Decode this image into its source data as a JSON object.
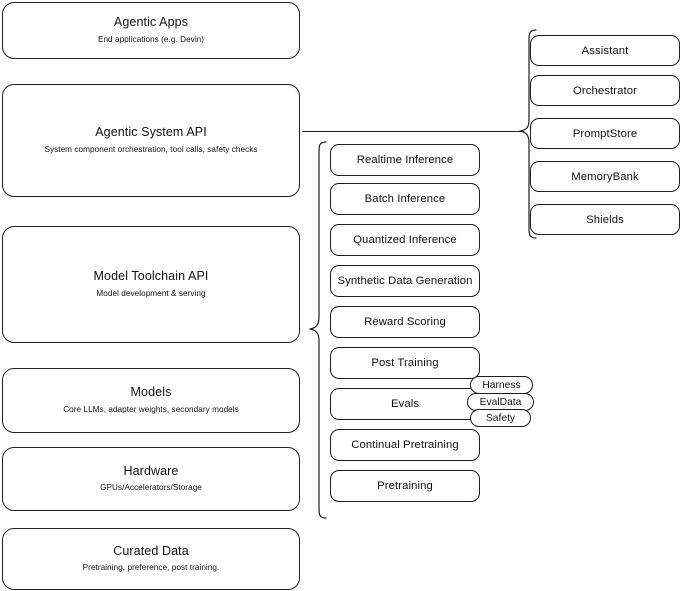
{
  "diagram": {
    "title": "Agentic AI stack layers",
    "stroke_color": "#1d1d1d",
    "background_color": "#ffffff"
  },
  "stack_layers": [
    {
      "id": "agentic-apps",
      "title": "Agentic Apps",
      "subtitle": "End applications (e.g. Devin)"
    },
    {
      "id": "agentic-system-api",
      "title": "Agentic System API",
      "subtitle": "System component orchestration, tool calls, safety checks"
    },
    {
      "id": "model-toolchain-api",
      "title": "Model Toolchain API",
      "subtitle": "Model development & serving"
    },
    {
      "id": "models",
      "title": "Models",
      "subtitle": "Core LLMs, adapter weights, secondary models"
    },
    {
      "id": "hardware",
      "title": "Hardware",
      "subtitle": "GPUs/Accelerators/Storage"
    },
    {
      "id": "curated-data",
      "title": "Curated Data",
      "subtitle": "Pretraining, preference, post training."
    }
  ],
  "toolchain_components": [
    {
      "id": "realtime-inference",
      "label": "Realtime Inference"
    },
    {
      "id": "batch-inference",
      "label": "Batch Inference"
    },
    {
      "id": "quantized-inference",
      "label": "Quantized Inference"
    },
    {
      "id": "synthetic-data-generation",
      "label": "Synthetic Data Generation"
    },
    {
      "id": "reward-scoring",
      "label": "Reward Scoring"
    },
    {
      "id": "post-training",
      "label": "Post Training"
    },
    {
      "id": "evals",
      "label": "Evals"
    },
    {
      "id": "continual-pretraining",
      "label": "Continual Pretraining"
    },
    {
      "id": "pretraining",
      "label": "Pretraining"
    }
  ],
  "evals_subcomponents": [
    {
      "id": "harness",
      "label": "Harness"
    },
    {
      "id": "evaldata",
      "label": "EvalData"
    },
    {
      "id": "safety",
      "label": "Safety"
    }
  ],
  "system_components": [
    {
      "id": "assistant",
      "label": "Assistant"
    },
    {
      "id": "orchestrator",
      "label": "Orchestrator"
    },
    {
      "id": "promptstore",
      "label": "PromptStore"
    },
    {
      "id": "memorybank",
      "label": "MemoryBank"
    },
    {
      "id": "shields",
      "label": "Shields"
    }
  ]
}
